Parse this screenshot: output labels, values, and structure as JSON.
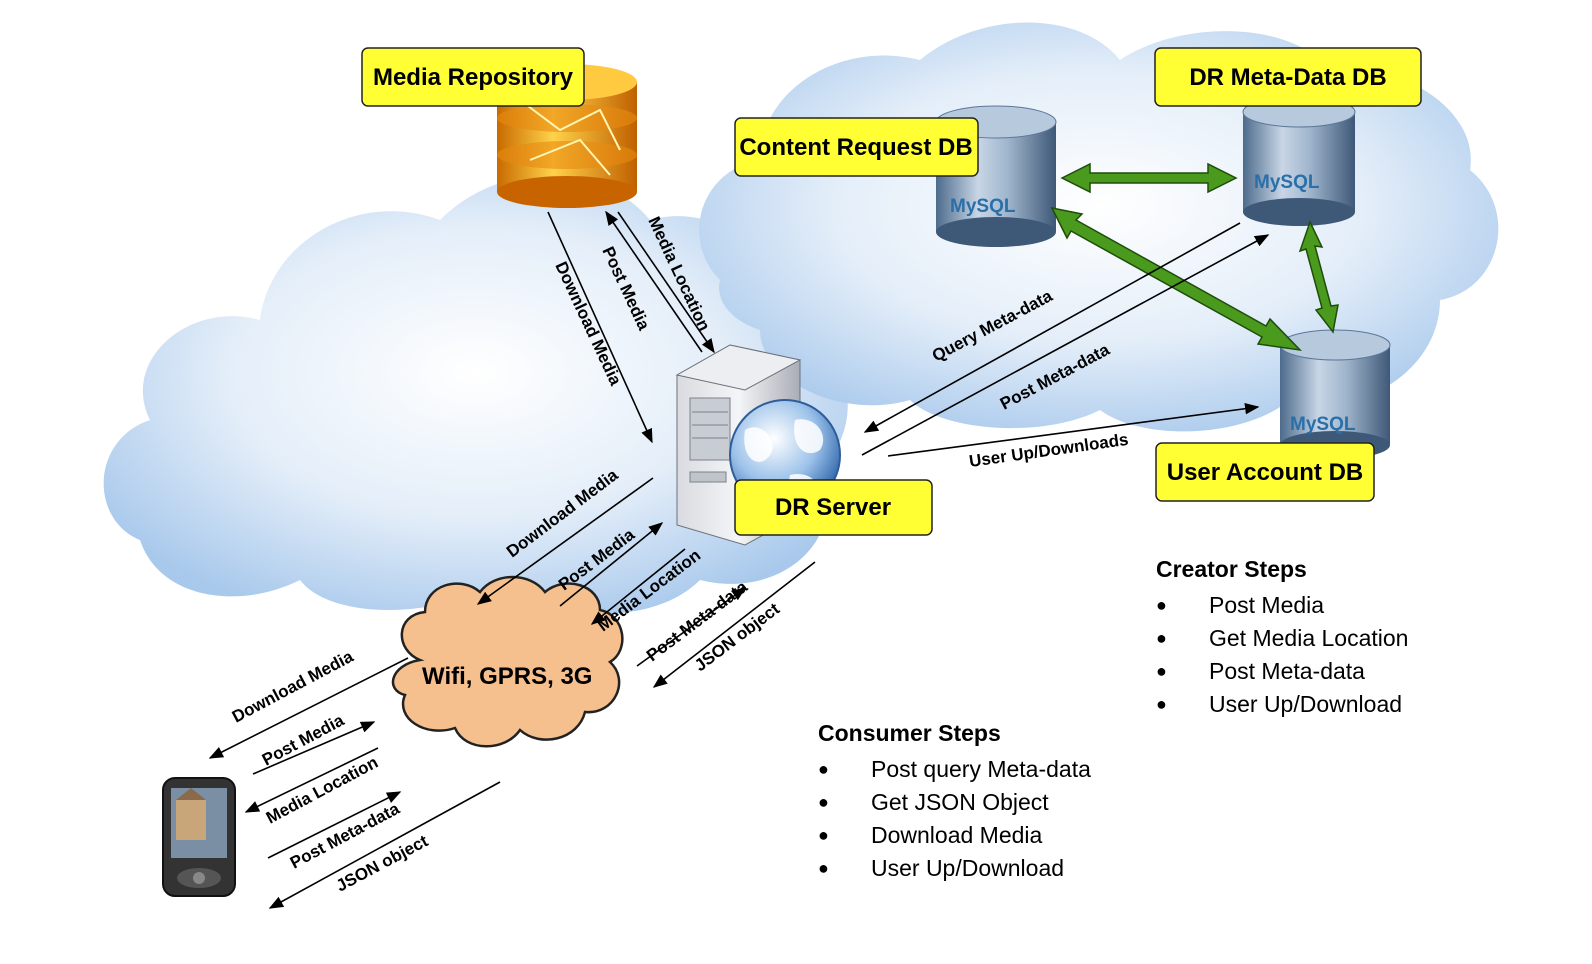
{
  "nodes": {
    "media_repository": "Media Repository",
    "dr_meta_data_db": "DR Meta-Data DB",
    "content_request_db": "Content Request DB",
    "user_account_db": "User Account DB",
    "dr_server": "DR Server",
    "network": "Wifi, GPRS, 3G",
    "mysql_logo": "MySQL"
  },
  "flows": {
    "repo_download_media": "Download Media",
    "repo_post_media": "Post Media",
    "repo_media_location": "Media Location",
    "db_query_meta": "Query Meta-data",
    "db_post_meta": "Post Meta-data",
    "db_user_updown": "User Up/Downloads",
    "srv_download_media": "Download Media",
    "srv_post_media": "Post Media",
    "srv_media_location": "Media Location",
    "srv_post_meta": "Post Meta-data",
    "srv_json": "JSON object",
    "ph_download_media": "Download Media",
    "ph_post_media": "Post Media",
    "ph_media_location": "Media Location",
    "ph_post_meta": "Post Meta-data",
    "ph_json": "JSON object"
  },
  "creator_steps": {
    "title": "Creator Steps",
    "items": [
      "Post Media",
      "Get Media Location",
      "Post Meta-data",
      "User Up/Download"
    ]
  },
  "consumer_steps": {
    "title": "Consumer Steps",
    "items": [
      "Post query Meta-data",
      "Get JSON Object",
      "Download Media",
      "User Up/Download"
    ]
  },
  "colors": {
    "cloud": "#cfe3f7",
    "label_box": "#ffff33",
    "bidirectional_arrow": "#4a9a1e",
    "network_cloud": "#f6c08e",
    "repository": "#f0a020"
  }
}
